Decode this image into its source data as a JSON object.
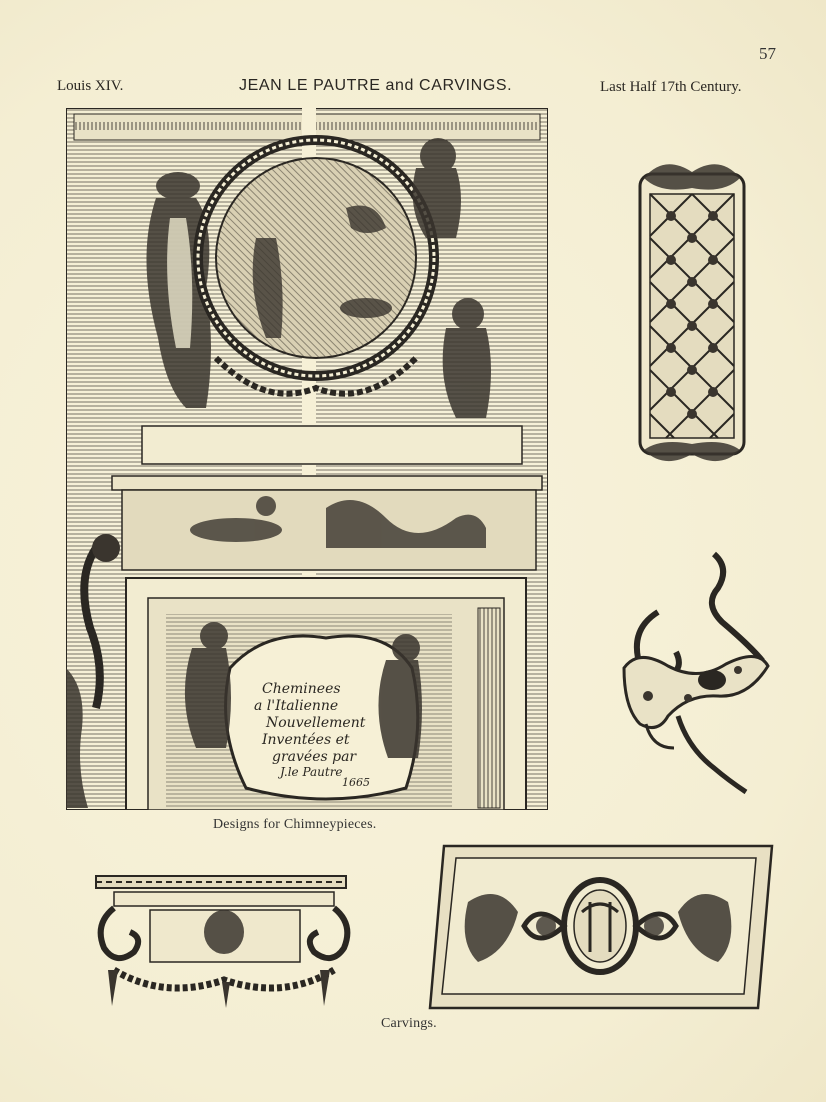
{
  "page": {
    "number": "57",
    "header_left": "Louis XIV.",
    "header_center": "JEAN LE PAUTRE and CARVINGS.",
    "header_right": "Last Half 17th Century."
  },
  "main_plate": {
    "inscription_lines": [
      "Cheminees",
      "a l'Italienne",
      "Nouvellement",
      "Inventées et",
      "gravées par",
      "J.le Pautre",
      "1665"
    ],
    "caption": "Designs for Chimneypieces."
  },
  "carvings": {
    "caption": "Carvings."
  },
  "colors": {
    "paper": "#f6f0d6",
    "ink": "#2a2722"
  }
}
